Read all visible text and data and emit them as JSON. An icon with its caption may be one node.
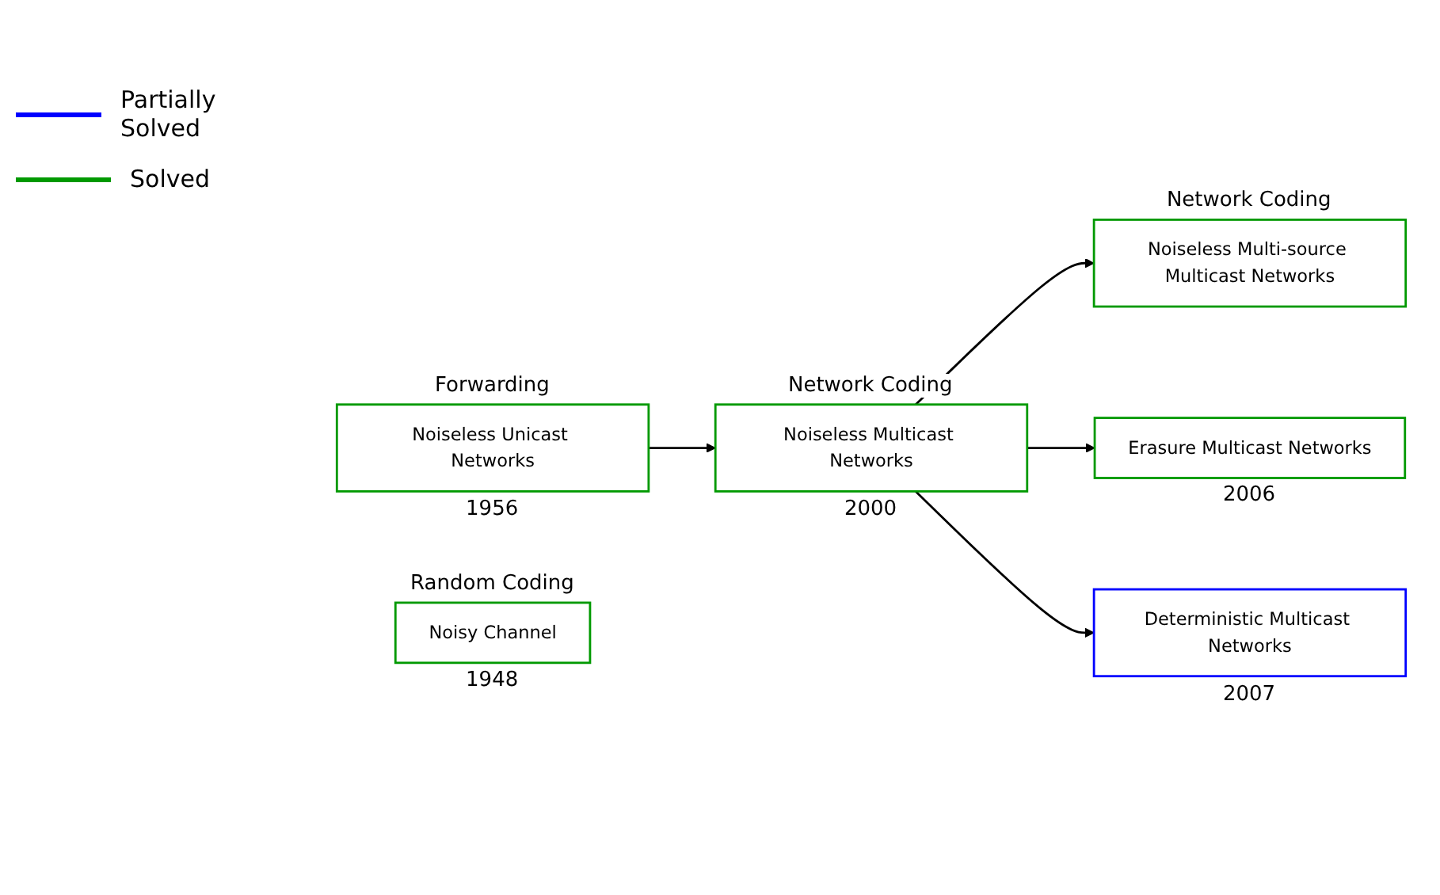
{
  "diagram": {
    "nodes": [
      {
        "text": [
          "Noiseless Unicast Networks"
        ],
        "beside": [
          "Forwarding",
          "1956"
        ]
      },
      {
        "text": [
          "Noiseless Multicast Networks"
        ],
        "beside": [
          "Network Coding",
          "2000"
        ]
      },
      {
        "text": [
          "Noiseless Multi-source Multicast Networks"
        ],
        "beside": [
          "Network Coding"
        ]
      },
      {
        "text": [
          "Erasure Multicast Networks"
        ],
        "beside": [
          "2006"
        ]
      },
      {
        "text": [
          "Deterministic Multicast Networks"
        ],
        "beside": [
          "2007"
        ]
      },
      {
        "text": [
          "Noisy Channel"
        ],
        "beside": [
          "Random Coding",
          "1948"
        ]
      }
    ],
    "edges": [
      {
        "from": 0,
        "to": 1,
        "arrow": "to"
      },
      {
        "from": 1,
        "to": 2,
        "arrow": "to"
      },
      {
        "from": 1,
        "to": 3,
        "arrow": "to"
      },
      {
        "from": 1,
        "to": 4,
        "arrow": "to"
      }
    ],
    "legend": [
      {
        "text": "Partially Solved",
        "color": "#0000ff"
      },
      {
        "text": "Solved",
        "color": "#009900"
      }
    ]
  }
}
